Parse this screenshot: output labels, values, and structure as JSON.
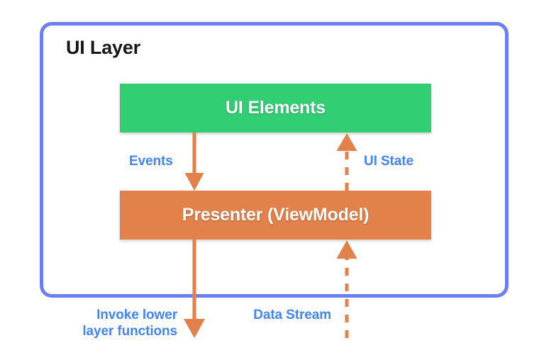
{
  "diagram": {
    "title": "UI Layer",
    "boxes": [
      {
        "id": "ui-elements",
        "label": "UI Elements",
        "color": "#31ce74"
      },
      {
        "id": "presenter",
        "label": "Presenter (ViewModel)",
        "color": "#e2814a"
      }
    ],
    "edges": [
      {
        "id": "events",
        "label": "Events",
        "style": "solid",
        "direction": "down",
        "color": "#e2814a"
      },
      {
        "id": "ui-state",
        "label": "UI State",
        "style": "dashed",
        "direction": "up",
        "color": "#e2814a"
      },
      {
        "id": "invoke",
        "label": "Invoke lower layer functions",
        "style": "solid",
        "direction": "down",
        "color": "#e2814a"
      },
      {
        "id": "data-stream",
        "label": "Data Stream",
        "style": "dashed",
        "direction": "up",
        "color": "#e2814a"
      }
    ],
    "colors": {
      "layer_border": "#6c7ff2",
      "label_text": "#4285f4",
      "title_text": "#171717",
      "box_text": "#ffffff",
      "background": "#ffffff"
    }
  }
}
